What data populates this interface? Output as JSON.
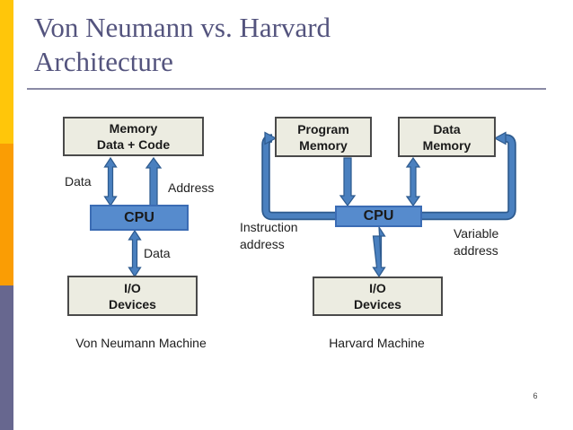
{
  "slide": {
    "title": "Von Neumann vs. Harvard Architecture",
    "page_number": "6"
  },
  "colors": {
    "accent_yellow": "#ffc60a",
    "accent_orange": "#fa9d04",
    "accent_slate": "#67678f",
    "title_color": "#54547e",
    "rule_color": "#8a8aa5",
    "box_fill": "#ecece1",
    "box_border": "#4a4a4a",
    "cpu_fill": "#568bcd",
    "arrow_blue": "#4a80bf",
    "arrow_outline": "#2e5b8f"
  },
  "diagram_left": {
    "caption": "Von Neumann Machine",
    "memory_box": {
      "line1": "Memory",
      "line2": "Data + Code"
    },
    "cpu_box": {
      "label": "CPU"
    },
    "io_box": {
      "line1": "I/O",
      "line2": "Devices"
    },
    "labels": {
      "data_top": "Data",
      "address": "Address",
      "data_bottom": "Data"
    }
  },
  "diagram_right": {
    "caption": "Harvard Machine",
    "program_memory_box": {
      "line1": "Program",
      "line2": "Memory"
    },
    "data_memory_box": {
      "line1": "Data",
      "line2": "Memory"
    },
    "cpu_box": {
      "label": "CPU"
    },
    "io_box": {
      "line1": "I/O",
      "line2": "Devices"
    },
    "labels": {
      "instruction_address": "Instruction\naddress",
      "variable_address": "Variable\naddress"
    }
  }
}
